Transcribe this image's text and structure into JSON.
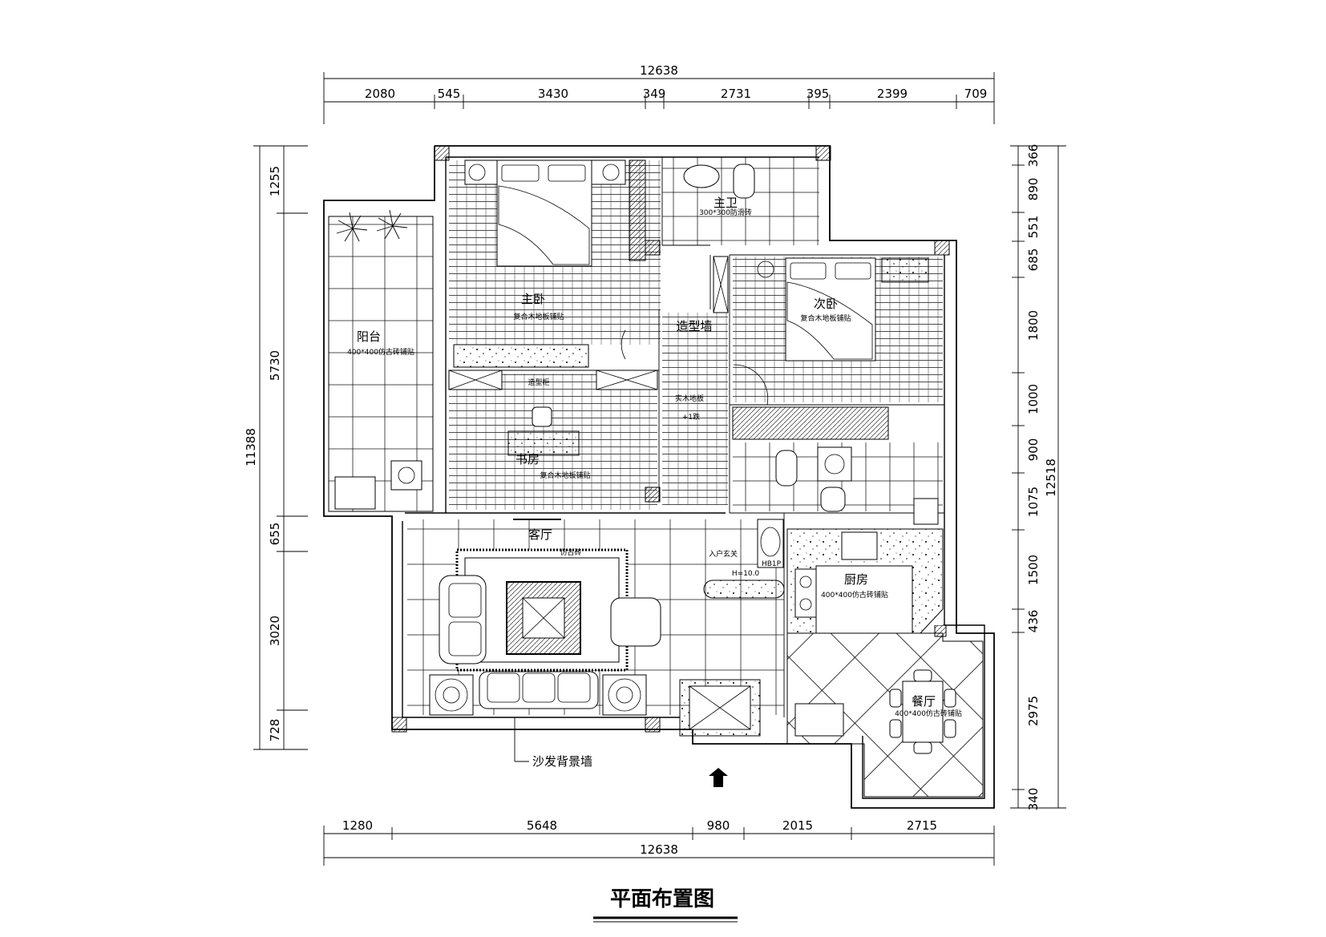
{
  "title": "平面布置图",
  "dimensions": {
    "top_total": "12638",
    "top_segments": [
      "2080",
      "545",
      "3430",
      "349",
      "2731",
      "395",
      "2399",
      "709"
    ],
    "bottom_segments": [
      "1280",
      "5648",
      "980",
      "2015",
      "2715"
    ],
    "bottom_total": "12638",
    "left_total": "11388",
    "left_segments": [
      "1255",
      "5730",
      "655",
      "3020",
      "728"
    ],
    "right_total": "12518",
    "right_segments": [
      "366",
      "890",
      "551",
      "685",
      "1800",
      "1000",
      "900",
      "1075",
      "1500",
      "436",
      "2975",
      "340"
    ]
  },
  "rooms": {
    "master_bath": {
      "name": "主卫",
      "finish": "300*300防滑砖"
    },
    "master_bedroom": {
      "name": "主卧",
      "finish": "复合木地板铺贴"
    },
    "second_bedroom": {
      "name": "次卧",
      "finish": "复合木地板铺贴"
    },
    "balcony": {
      "name": "阳台",
      "finish": "400*400仿古砖铺贴"
    },
    "feature_wall": {
      "name": "造型墙"
    },
    "corridor": {
      "finish": "实木地板"
    },
    "study": {
      "name": "书房",
      "finish": "复合木地板铺贴"
    },
    "living": {
      "name": "客厅",
      "finish": "仿古砖"
    },
    "entry": {
      "name": "入户玄关"
    },
    "kitchen": {
      "name": "厨房",
      "finish": "400*400仿古砖铺贴"
    },
    "dining": {
      "name": "餐厅",
      "finish": "400*400仿古砖铺贴"
    }
  },
  "annotations": {
    "sofa_wall": "沙发背景墙",
    "cabinet": "造型柜",
    "step": "+1跌",
    "hb": "HB1P",
    "shoe_cabinet": "H=10.0"
  }
}
